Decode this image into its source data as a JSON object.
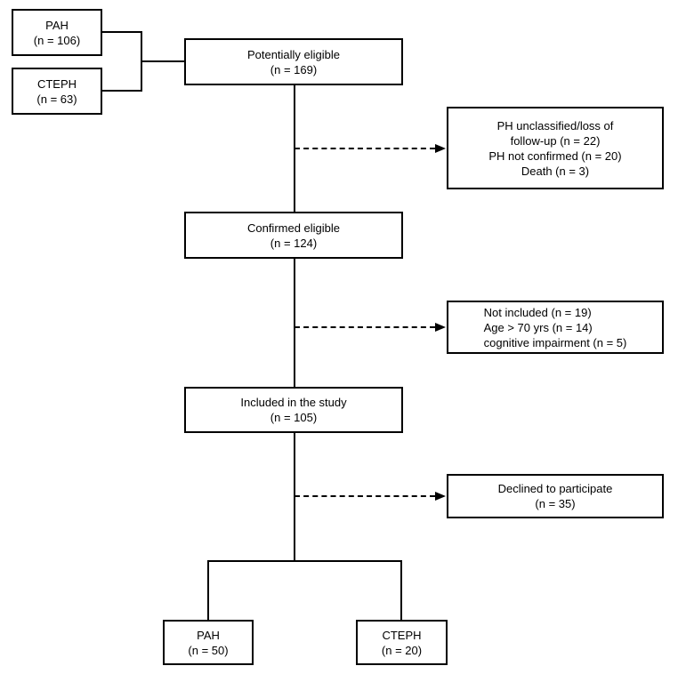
{
  "flow": {
    "sources": [
      {
        "lines": [
          "PAH",
          "(n = 106)"
        ]
      },
      {
        "lines": [
          "CTEPH",
          "(n = 63)"
        ]
      }
    ],
    "stages": [
      {
        "lines": [
          "Potentially eligible",
          "(n = 169)"
        ]
      },
      {
        "lines": [
          "Confirmed eligible",
          "(n = 124)"
        ]
      },
      {
        "lines": [
          "Included in the study",
          "(n = 105)"
        ]
      }
    ],
    "exclusions": [
      {
        "lines": [
          "PH unclassified/loss of",
          "follow-up (n = 22)",
          "PH not confirmed (n = 20)",
          "Death (n = 3)"
        ]
      },
      {
        "lines": [
          "Not included (n = 19)",
          "Age > 70 yrs (n = 14)",
          "cognitive impairment (n = 5)"
        ]
      },
      {
        "lines": [
          "Declined to participate",
          "(n = 35)"
        ]
      }
    ],
    "outcomes": [
      {
        "lines": [
          "PAH",
          "(n = 50)"
        ]
      },
      {
        "lines": [
          "CTEPH",
          "(n = 20)"
        ]
      }
    ],
    "colors": {
      "line": "#000000",
      "box_border": "#000000",
      "background": "#ffffff",
      "text": "#000000"
    }
  }
}
